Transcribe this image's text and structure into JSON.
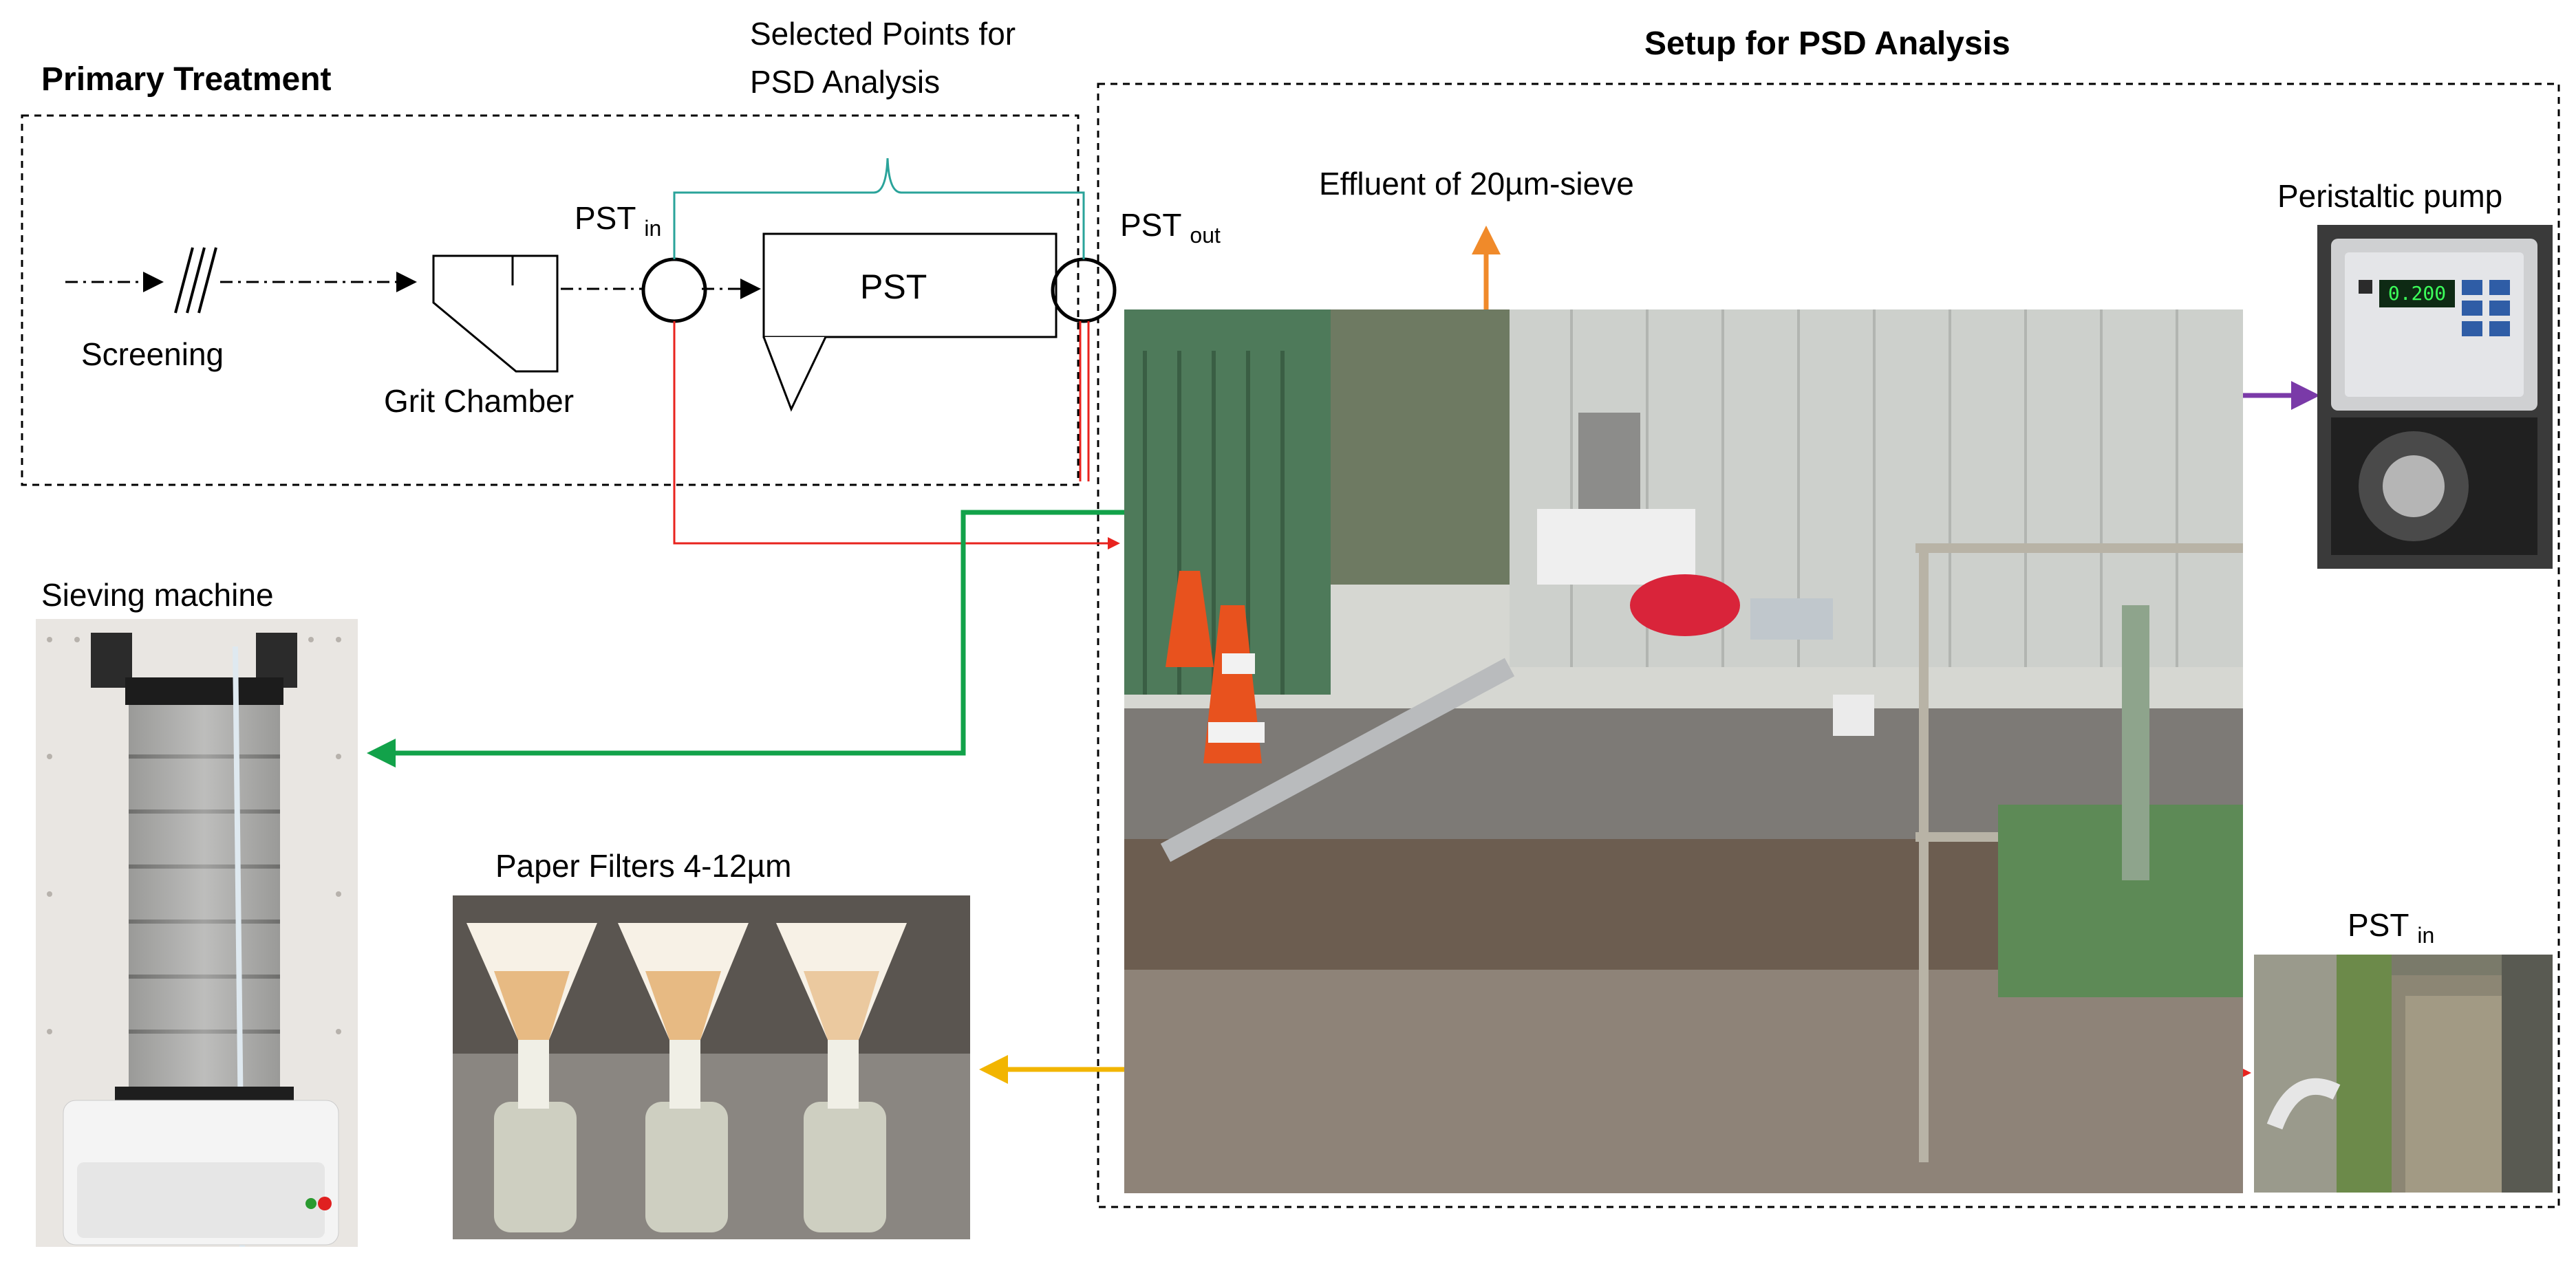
{
  "primary_treatment": {
    "title": "Primary Treatment",
    "selected_points_label": "Selected Points for PSD Analysis",
    "selected_points_line1": "Selected Points for",
    "selected_points_line2": "PSD Analysis",
    "screening_label": "Screening",
    "grit_chamber_label": "Grit Chamber",
    "pst_label": "PST",
    "pst_in_label": "PST",
    "pst_in_sub": "in",
    "pst_out_label": "PST",
    "pst_out_sub": "out"
  },
  "setup": {
    "title": "Setup for PSD Analysis",
    "effluent_label": "Effluent of 20µm-sieve",
    "peristaltic_pump_label": "Peristaltic pump",
    "pump_display": "0.200",
    "pst_in_photo_label": "PST",
    "pst_in_photo_sub": "in"
  },
  "equipment": {
    "sieving_machine_label": "Sieving machine",
    "paper_filters_label": "Paper Filters 4-12µm"
  },
  "colors": {
    "green_flow": "#12a24a",
    "red_flow": "#e8231e",
    "orange_flow": "#f08a2a",
    "yellow_flow": "#f2b500",
    "purple_flow": "#7a3aa8",
    "teal_brace": "#2aa39a"
  }
}
